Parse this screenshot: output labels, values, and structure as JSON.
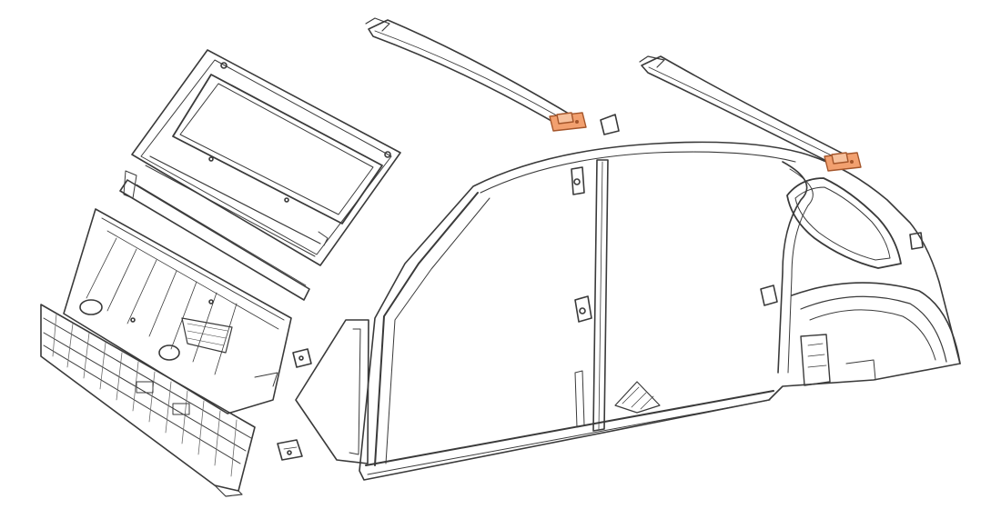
{
  "figure": {
    "kind": "exploded body-shell parts diagram",
    "colors": {
      "background": "#ffffff",
      "line": "#3a3a3a",
      "hatch": "#6a6a6a",
      "highlight_fill": "#f2a06f",
      "highlight_stroke": "#a4552a"
    },
    "parts": [
      "rear-window-panel",
      "upper-cross-rail",
      "floor-pan",
      "front-bulkhead",
      "small-bracket-left",
      "small-bracket-bottom",
      "front-door-pillar-panel",
      "body-side-frame",
      "center-b-pillar",
      "rear-quarter-panel",
      "roof-rail-front",
      "roof-rail-rear",
      "roof-bracket-front-highlighted",
      "roof-bracket-rear-highlighted",
      "small-bracket-top",
      "small-bracket-right"
    ]
  }
}
